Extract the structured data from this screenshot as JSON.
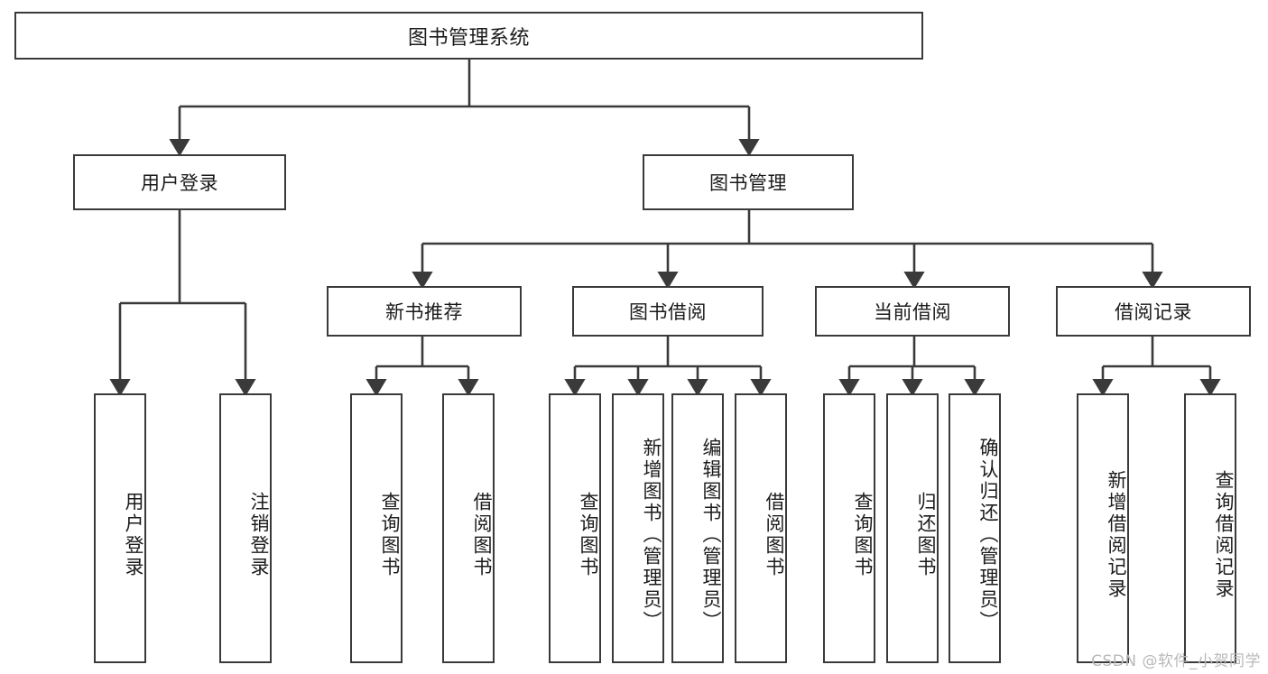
{
  "diagram": {
    "type": "tree",
    "title": "图书管理系统",
    "root": {
      "label": "图书管理系统"
    },
    "level2": [
      {
        "label": "用户登录"
      },
      {
        "label": "图书管理"
      }
    ],
    "level3": [
      {
        "label": "新书推荐"
      },
      {
        "label": "图书借阅"
      },
      {
        "label": "当前借阅"
      },
      {
        "label": "借阅记录"
      }
    ],
    "leaves": {
      "user_login": [
        {
          "label": "用户登录"
        },
        {
          "label": "注销登录"
        }
      ],
      "new_book_recommend": [
        {
          "label": "查询图书"
        },
        {
          "label": "借阅图书"
        }
      ],
      "book_borrow": [
        {
          "label": "查询图书"
        },
        {
          "label": "新增图书（管理员）"
        },
        {
          "label": "编辑图书（管理员）"
        },
        {
          "label": "借阅图书"
        }
      ],
      "current_borrow": [
        {
          "label": "查询图书"
        },
        {
          "label": "归还图书"
        },
        {
          "label": "确认归还（管理员）"
        }
      ],
      "borrow_record": [
        {
          "label": "新增借阅记录"
        },
        {
          "label": "查询借阅记录"
        }
      ]
    }
  },
  "watermark": {
    "text": "CSDN @软件_小贺同学"
  },
  "colors": {
    "border": "#3a3a3a",
    "text": "#1b1b1b",
    "background": "#ffffff",
    "edge": "#3a3a3a",
    "watermark": "#b9b9b9"
  }
}
